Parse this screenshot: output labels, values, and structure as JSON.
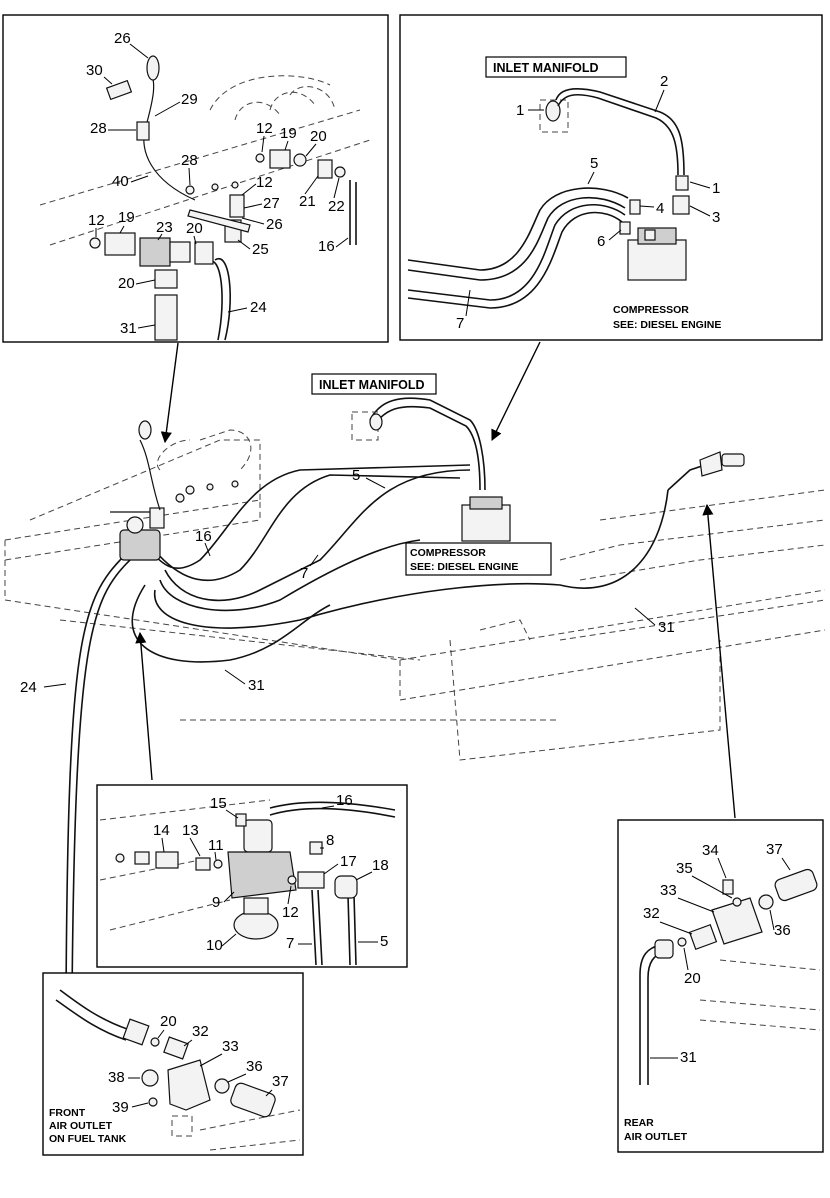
{
  "labels": {
    "inlet_manifold_top": "INLET MANIFOLD",
    "inlet_manifold_main": "INLET MANIFOLD",
    "compressor_top_1": "COMPRESSOR",
    "compressor_top_2": "SEE: DIESEL ENGINE",
    "compressor_main_1": "COMPRESSOR",
    "compressor_main_2": "SEE: DIESEL ENGINE",
    "front_outlet_1": "FRONT",
    "front_outlet_2": "AIR OUTLET",
    "front_outlet_3": "ON FUEL TANK",
    "rear_outlet_1": "REAR",
    "rear_outlet_2": "AIR OUTLET"
  },
  "callouts": {
    "tl": [
      "26",
      "30",
      "29",
      "28",
      "12",
      "19",
      "20",
      "28",
      "12",
      "27",
      "26",
      "40",
      "21",
      "22",
      "12",
      "19",
      "23",
      "20",
      "25",
      "16",
      "20",
      "24",
      "31"
    ],
    "tr": [
      "1",
      "2",
      "5",
      "1",
      "4",
      "3",
      "6",
      "7"
    ],
    "main": [
      "5",
      "16",
      "7",
      "31",
      "31",
      "24"
    ],
    "mid": [
      "15",
      "16",
      "14",
      "13",
      "11",
      "8",
      "17",
      "18",
      "9",
      "12",
      "10",
      "7",
      "5"
    ],
    "bl": [
      "20",
      "32",
      "33",
      "36",
      "37",
      "38",
      "39"
    ],
    "br": [
      "34",
      "37",
      "35",
      "33",
      "32",
      "36",
      "20",
      "31"
    ]
  }
}
